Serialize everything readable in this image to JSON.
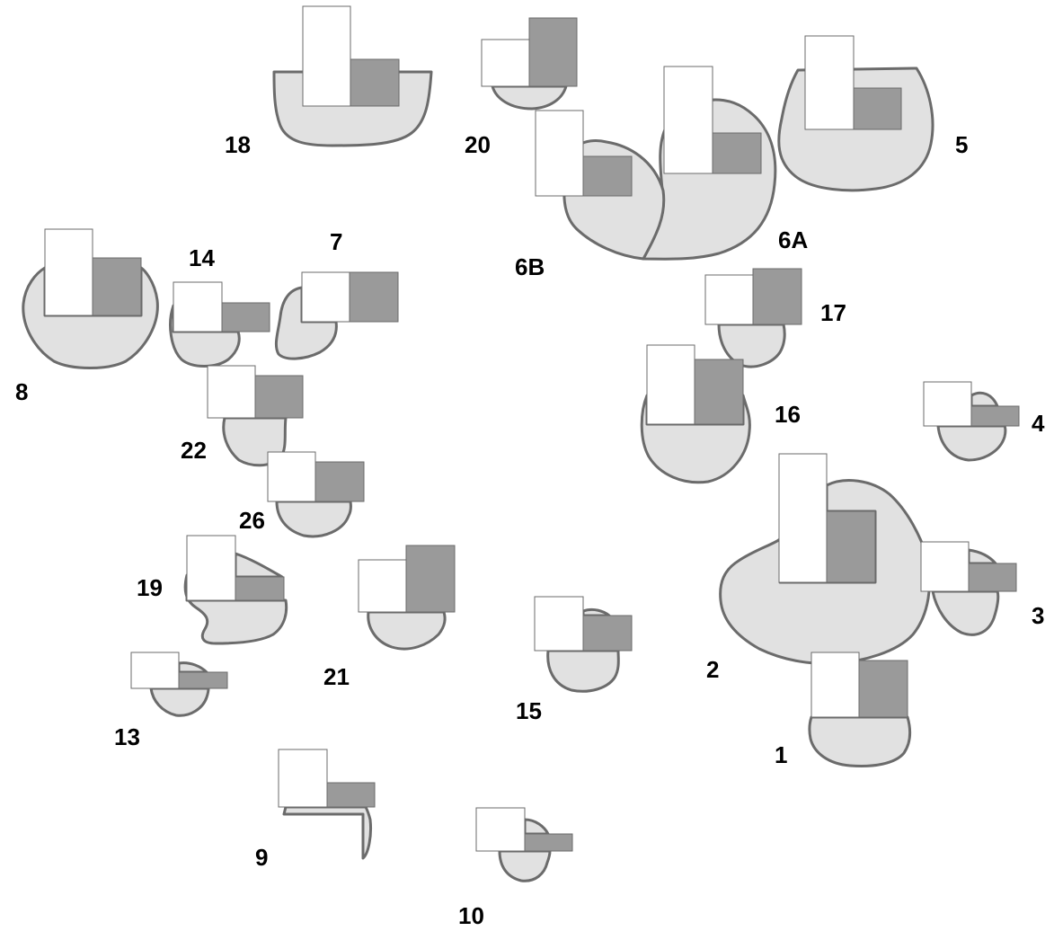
{
  "colors": {
    "zone_fill": "#e1e1e1",
    "zone_outline": "#6b6b6b",
    "bar_white": "#ffffff",
    "bar_grey": "#9a9a9a",
    "label": "#000000"
  },
  "zones": [
    {
      "id": "z18",
      "label": "18"
    },
    {
      "id": "z20",
      "label": "20"
    },
    {
      "id": "z6a",
      "label": "6A"
    },
    {
      "id": "z6b",
      "label": "6B"
    },
    {
      "id": "z5",
      "label": "5"
    },
    {
      "id": "z8",
      "label": "8"
    },
    {
      "id": "z14",
      "label": "14"
    },
    {
      "id": "z7",
      "label": "7"
    },
    {
      "id": "z17",
      "label": "17"
    },
    {
      "id": "z16",
      "label": "16"
    },
    {
      "id": "z4",
      "label": "4"
    },
    {
      "id": "z22",
      "label": "22"
    },
    {
      "id": "z26",
      "label": "26"
    },
    {
      "id": "z19",
      "label": "19"
    },
    {
      "id": "z21",
      "label": "21"
    },
    {
      "id": "z15",
      "label": "15"
    },
    {
      "id": "z2",
      "label": "2"
    },
    {
      "id": "z3",
      "label": "3"
    },
    {
      "id": "z1",
      "label": "1"
    },
    {
      "id": "z13",
      "label": "13"
    },
    {
      "id": "z9",
      "label": "9"
    },
    {
      "id": "z10",
      "label": "10"
    }
  ]
}
